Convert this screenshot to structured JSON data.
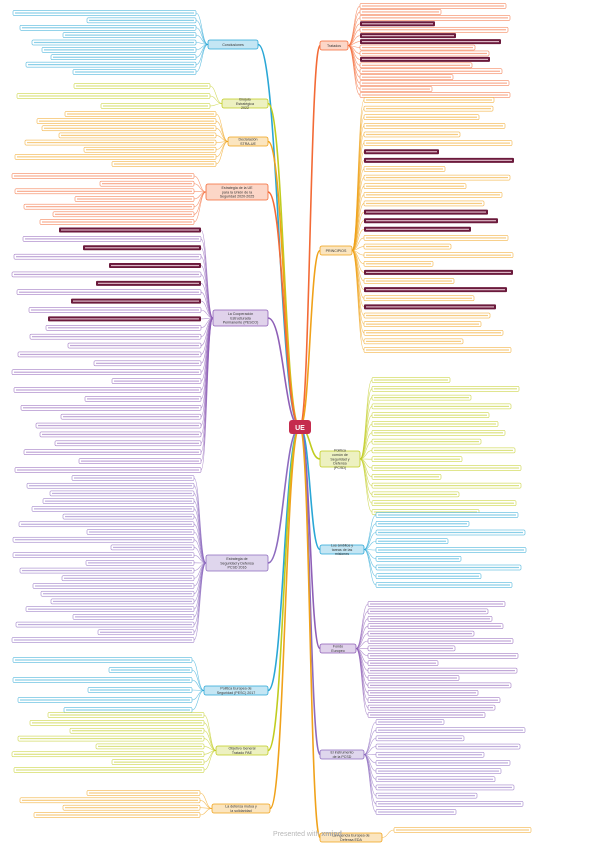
{
  "root": {
    "label": "UE"
  },
  "branches": [
    {
      "id": "conclusiones",
      "label": "Conclusiones",
      "color": "#2aa7d6"
    },
    {
      "id": "brujula",
      "label": "Brújula Estratégica 2022",
      "color": "#c0cc1f"
    },
    {
      "id": "declaracion",
      "label": "Declaración STRA-UE",
      "color": "#f0a21a"
    },
    {
      "id": "estrategia",
      "label": "Estrategia de la UE para la Unión de la Seguridad 2020-2025",
      "color": "#f36a36"
    },
    {
      "id": "cooperacion",
      "label": "La Cooperación Estructurada Permanente (PESCO)",
      "color": "#8e5fb7"
    },
    {
      "id": "pcsd",
      "label": "Estrategia de Seguridad y Defensa PCSD 2016",
      "color": "#8d6bbf"
    },
    {
      "id": "mos",
      "label": "Política Europea de Seguridad (PESC) 2017",
      "color": "#2aa7d6"
    },
    {
      "id": "objetivo",
      "label": "Objetivo General Tratado PAE",
      "color": "#c0cc1f"
    },
    {
      "id": "defensa_mutua",
      "label": "La defensa mutua y la solidaridad",
      "color": "#f0a21a"
    },
    {
      "id": "tratados",
      "label": "Tratados",
      "color": "#f36a36"
    },
    {
      "id": "principios",
      "label": "PRINCIPIOS",
      "color": "#f0a21a"
    },
    {
      "id": "politica_comun",
      "label": "Política común de Seguridad y Defensa (PCSD)",
      "color": "#c0cc1f"
    },
    {
      "id": "ambito",
      "label": "Los ámbitos y tareas de las misiones",
      "color": "#2aa7d6"
    },
    {
      "id": "fondo",
      "label": "Fondo Europeo",
      "color": "#8e5fb7"
    },
    {
      "id": "instrumentos",
      "label": "El instrumento de la PCSD",
      "color": "#8d6bbf"
    },
    {
      "id": "agencia",
      "label": "La Agencia Europea de Defensa EDA",
      "color": "#f0a21a"
    }
  ],
  "footer": {
    "prefix": "Presented with",
    "brand": "xmind"
  }
}
